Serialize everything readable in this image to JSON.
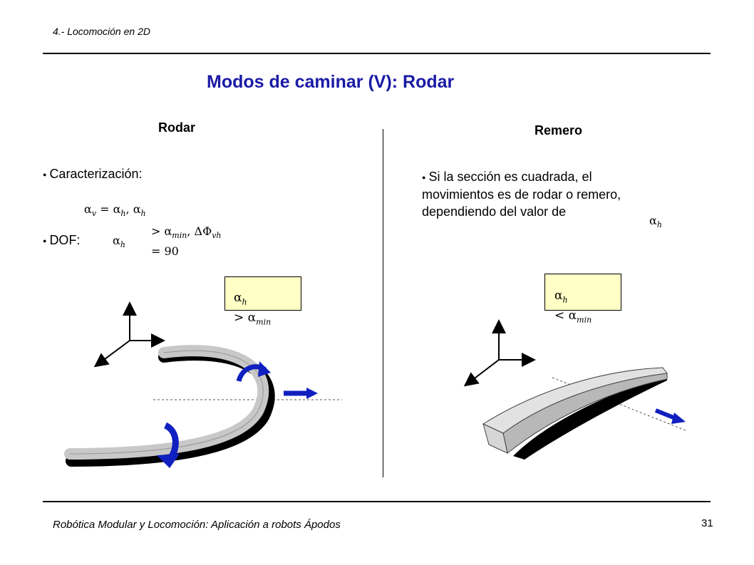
{
  "header": {
    "section": "4.- Locomoción en 2D",
    "title": "Modos de caminar (V): Rodar"
  },
  "left": {
    "heading": "Rodar",
    "bullet1": "Caracterización:",
    "eq1_line1": "α",
    "bullet2": "DOF:",
    "box": {
      "alpha": "α",
      "sub_h": "h",
      "rel": "> α",
      "sub_min": "min"
    }
  },
  "right": {
    "heading": "Remero",
    "text_line1": "Si la sección es cuadrada, el",
    "text_line2": "movimientos es de rodar o remero,",
    "text_line3": "dependiendo del valor de",
    "box": {
      "alpha": "α",
      "sub_h": "h",
      "rel": "< α",
      "sub_min": "min"
    }
  },
  "footer": {
    "text": "Robótica Modular y Locomoción: Aplicación a robots Ápodos",
    "page": "31"
  },
  "colors": {
    "title": "#1a1aa6",
    "arrow_blue": "#1020c0",
    "box_fill": "#ffffc6",
    "segment_gray": "#c8c8c8"
  }
}
